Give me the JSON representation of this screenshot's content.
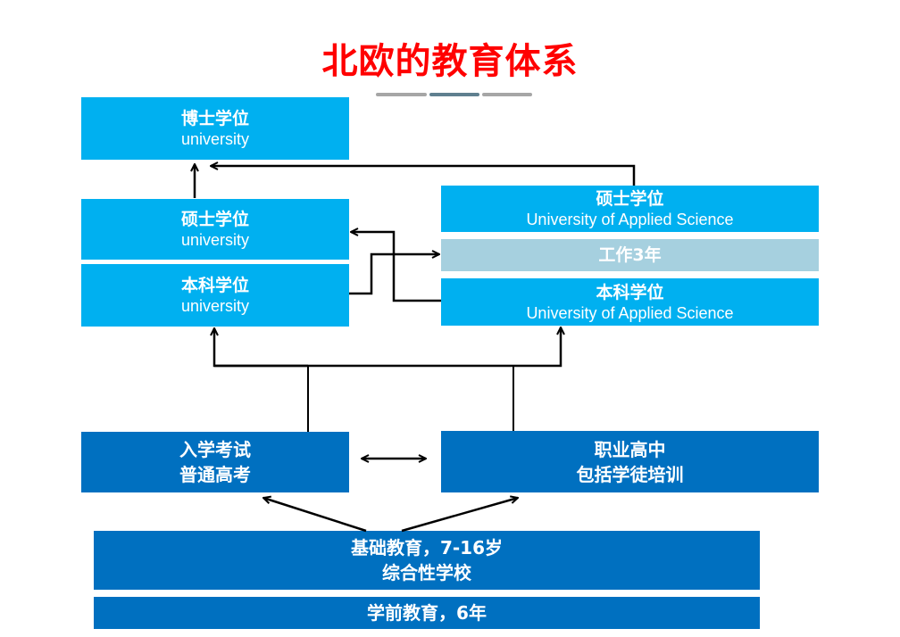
{
  "title": "北欧的教育体系",
  "colors": {
    "title": "#ff0000",
    "university_box": "#00b0f0",
    "work_box": "#a6d0df",
    "school_box": "#0070c0",
    "arrow": "#000000",
    "deco_bars": [
      "#a6a6a6",
      "#5f7f8f",
      "#a6a6a6"
    ]
  },
  "university": {
    "doctor": {
      "zh": "博士学位",
      "en": "university"
    },
    "master": {
      "zh": "硕士学位",
      "en": "university"
    },
    "bachelor": {
      "zh": "本科学位",
      "en": "university"
    }
  },
  "applied_science": {
    "master": {
      "zh": "硕士学位",
      "en": "University of Applied Science"
    },
    "work": {
      "zh": "工作3年"
    },
    "bachelor": {
      "zh": "本科学位",
      "en": "University of Applied Science"
    }
  },
  "secondary": {
    "general": {
      "line1": "入学考试",
      "line2": "普通高考"
    },
    "vocational": {
      "line1": "职业高中",
      "line2": "包括学徒培训"
    }
  },
  "basic": {
    "line1": "基础教育，7-16岁",
    "line2": "综合性学校"
  },
  "preschool": {
    "label": "学前教育，6年"
  }
}
